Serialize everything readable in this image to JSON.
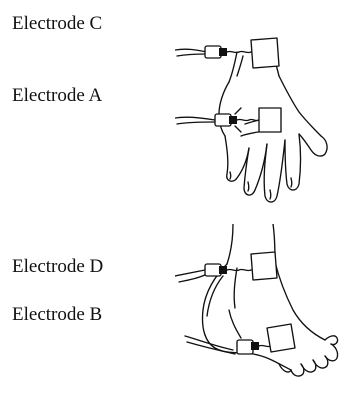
{
  "labels": {
    "electrode_c": "Electrode C",
    "electrode_a": "Electrode A",
    "electrode_d": "Electrode D",
    "electrode_b": "Electrode B"
  },
  "illustrations": {
    "hand": "hand with electrodes C and A attached",
    "foot": "foot with electrodes D and B attached"
  },
  "colors": {
    "line": "#111111",
    "background": "#ffffff"
  }
}
